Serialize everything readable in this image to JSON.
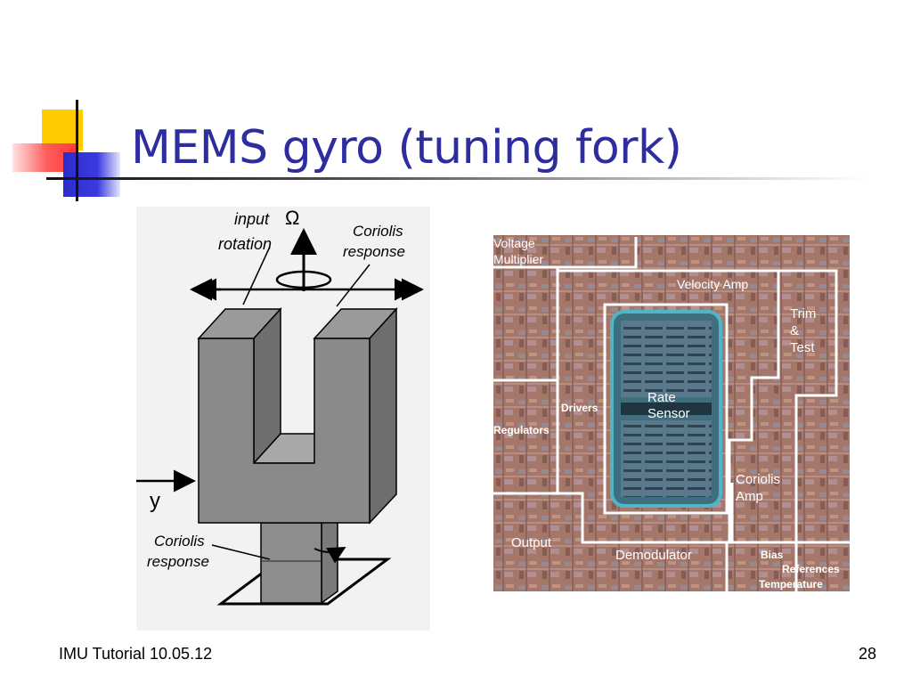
{
  "slide": {
    "title": "MEMS gyro (tuning fork)",
    "footer_left": "IMU Tutorial 10.05.12",
    "page_number": "28"
  },
  "fork_diagram": {
    "input_label_line1": "input",
    "omega_symbol": "Ω",
    "input_label_line2": "rotation",
    "coriolis_top_line1": "Coriolis",
    "coriolis_top_line2": "response",
    "y_axis_label": "y",
    "coriolis_bottom_line1": "Coriolis",
    "coriolis_bottom_line2": "response"
  },
  "chip_diagram": {
    "voltage_multiplier_line1": "Voltage",
    "voltage_multiplier_line2": "Multiplier",
    "velocity_amp": "Velocity Amp",
    "trim_line1": "Trim",
    "trim_line2": "&",
    "trim_line3": "Test",
    "drivers": "Drivers",
    "rate_sensor_line1": "Rate",
    "rate_sensor_line2": "Sensor",
    "regulators": "Regulators",
    "coriolis_amp_line1": "Coriolis",
    "coriolis_amp_line2": "Amp",
    "output": "Output",
    "demodulator": "Demodulator",
    "bias": "Bias",
    "references": "References",
    "temperature": "Temperature"
  }
}
